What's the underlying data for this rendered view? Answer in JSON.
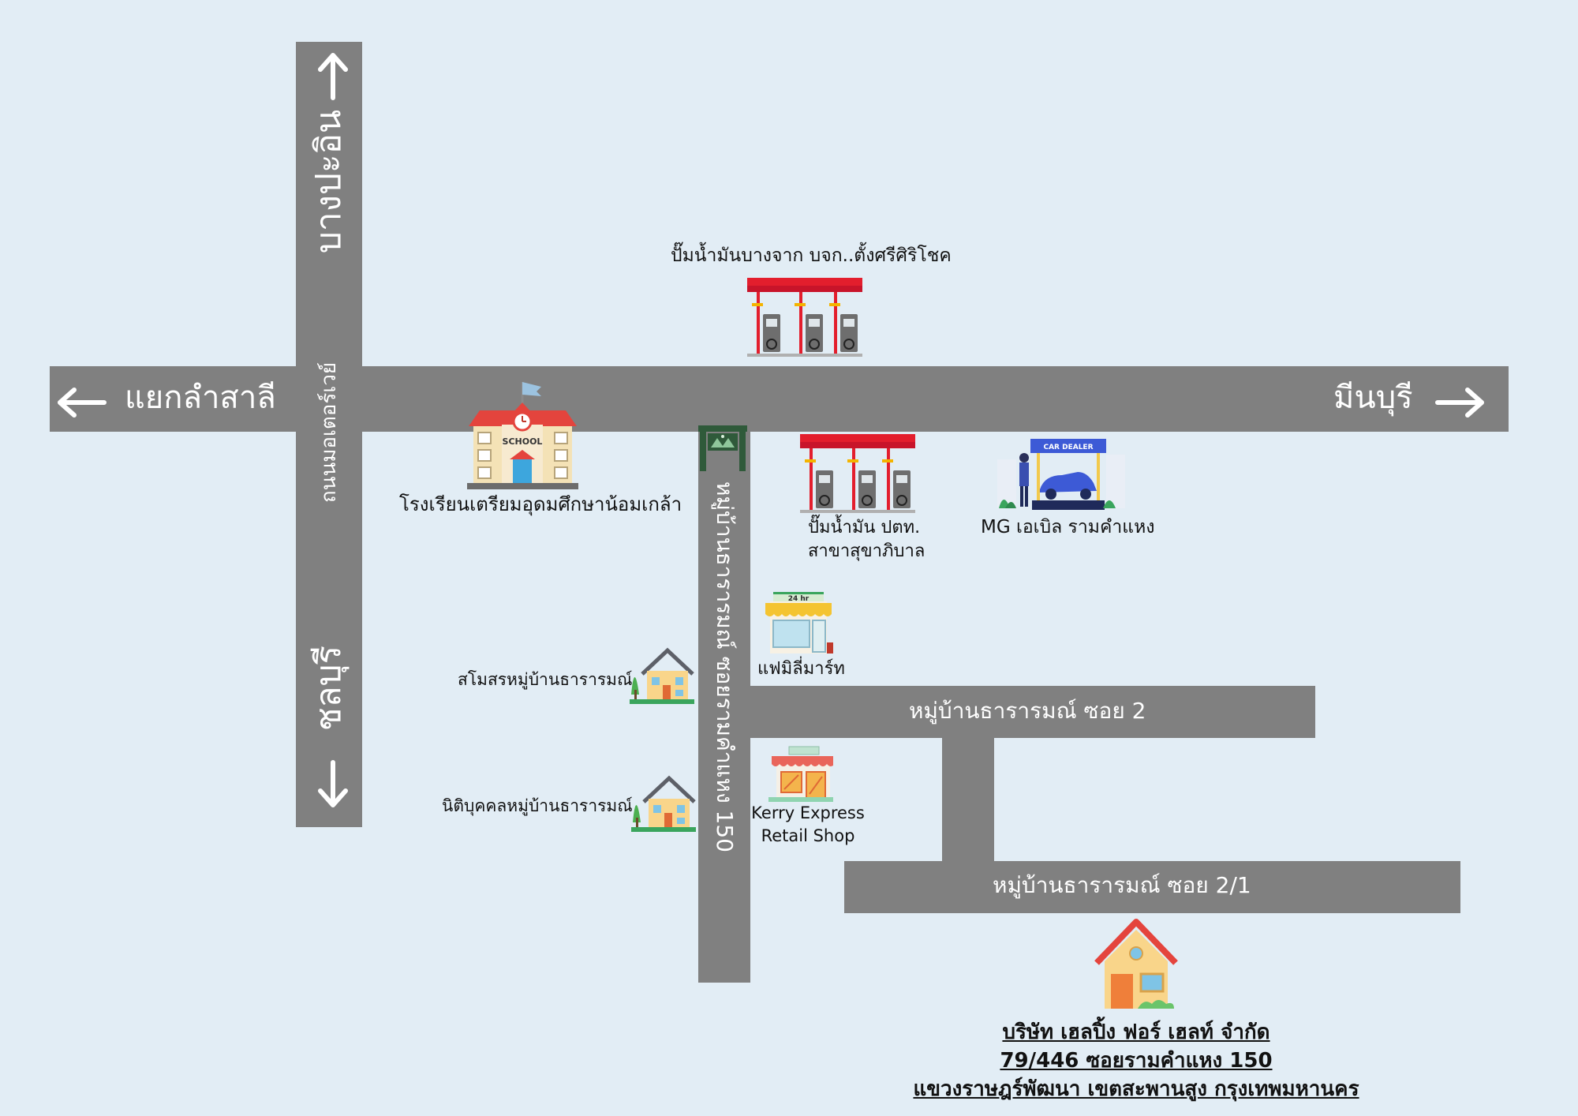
{
  "roads": {
    "north": "บางปะอิน",
    "south": "ชลบุรี",
    "west": "แยกลำสาลี",
    "east": "มีนบุรี",
    "motorway": "ถนนมอเตอร์เวย์",
    "soi_main": "หมู่บ้านธารารมณ์ ซอยรามคำแหง 150",
    "soi_2": "หมู่บ้านธารารมณ์ ซอย 2",
    "soi_2_1": "หมู่บ้านธารารมณ์ ซอย 2/1"
  },
  "landmarks": {
    "gas_bangchak": "ปั๊มน้ำมันบางจาก บจก..ตั้งศรีศิริโชค",
    "school": "โรงเรียนเตรียมอุดมศึกษาน้อมเกล้า",
    "school_sign": "SCHOOL",
    "ptt_line1": "ปั๊มน้ำมัน ปตท.",
    "ptt_line2": "สาขาสุขาภิบาล",
    "car_dealer": "MG เอเบิล รามคำแหง",
    "car_dealer_sign": "CAR DEALER",
    "family_mart": "แฟมิลี่มาร์ท",
    "store_sign": "24 hr",
    "club": "สโมสรหมู่บ้านธารารมณ์",
    "juristic": "นิติบุคคลหมู่บ้านธารารมณ์",
    "kerry_line1": "Kerry Express",
    "kerry_line2": "Retail Shop"
  },
  "address": {
    "line1": "บริษัท เฮลปิ้ง ฟอร์ เฮลท์ จำกัด",
    "line2": "79/446 ซอยรามคำแหง 150",
    "line3": "แขวงราษฎร์พัฒนา เขตสะพานสูง กรุงเทพมหานคร"
  },
  "colors": {
    "background": "#e2edf5",
    "road": "#808080",
    "road_text": "#ffffff",
    "gas_canopy": "#e31e2d",
    "roof_red": "#e4443d",
    "house_wall": "#f9d58a"
  },
  "icons": [
    "arrow-up-icon",
    "arrow-down-icon",
    "arrow-left-icon",
    "arrow-right-icon",
    "gas-station-icon",
    "school-icon",
    "village-gate-icon",
    "car-dealer-icon",
    "convenience-store-icon",
    "house-icon",
    "shop-icon",
    "home-destination-icon"
  ]
}
